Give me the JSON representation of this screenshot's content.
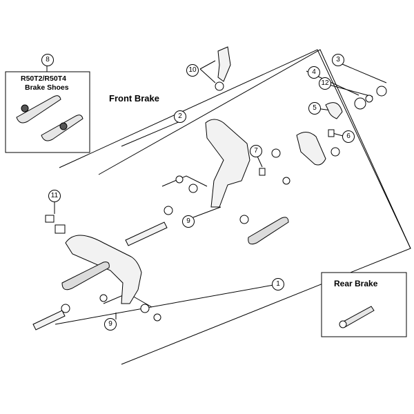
{
  "title": "Front Brake",
  "inset_shoes": {
    "callout": "8",
    "line1": "R50T2/R50T4",
    "line2": "Brake Shoes"
  },
  "inset_rear": {
    "title": "Rear Brake"
  },
  "callouts": {
    "c1": "1",
    "c2": "2",
    "c3": "3",
    "c4": "4",
    "c5": "5",
    "c6": "6",
    "c7": "7",
    "c9a": "9",
    "c9b": "9",
    "c10": "10",
    "c11": "11",
    "c12": "12"
  },
  "colors": {
    "line": "#000000",
    "part_fill": "#e6e6e6",
    "part_dark": "#555555"
  }
}
